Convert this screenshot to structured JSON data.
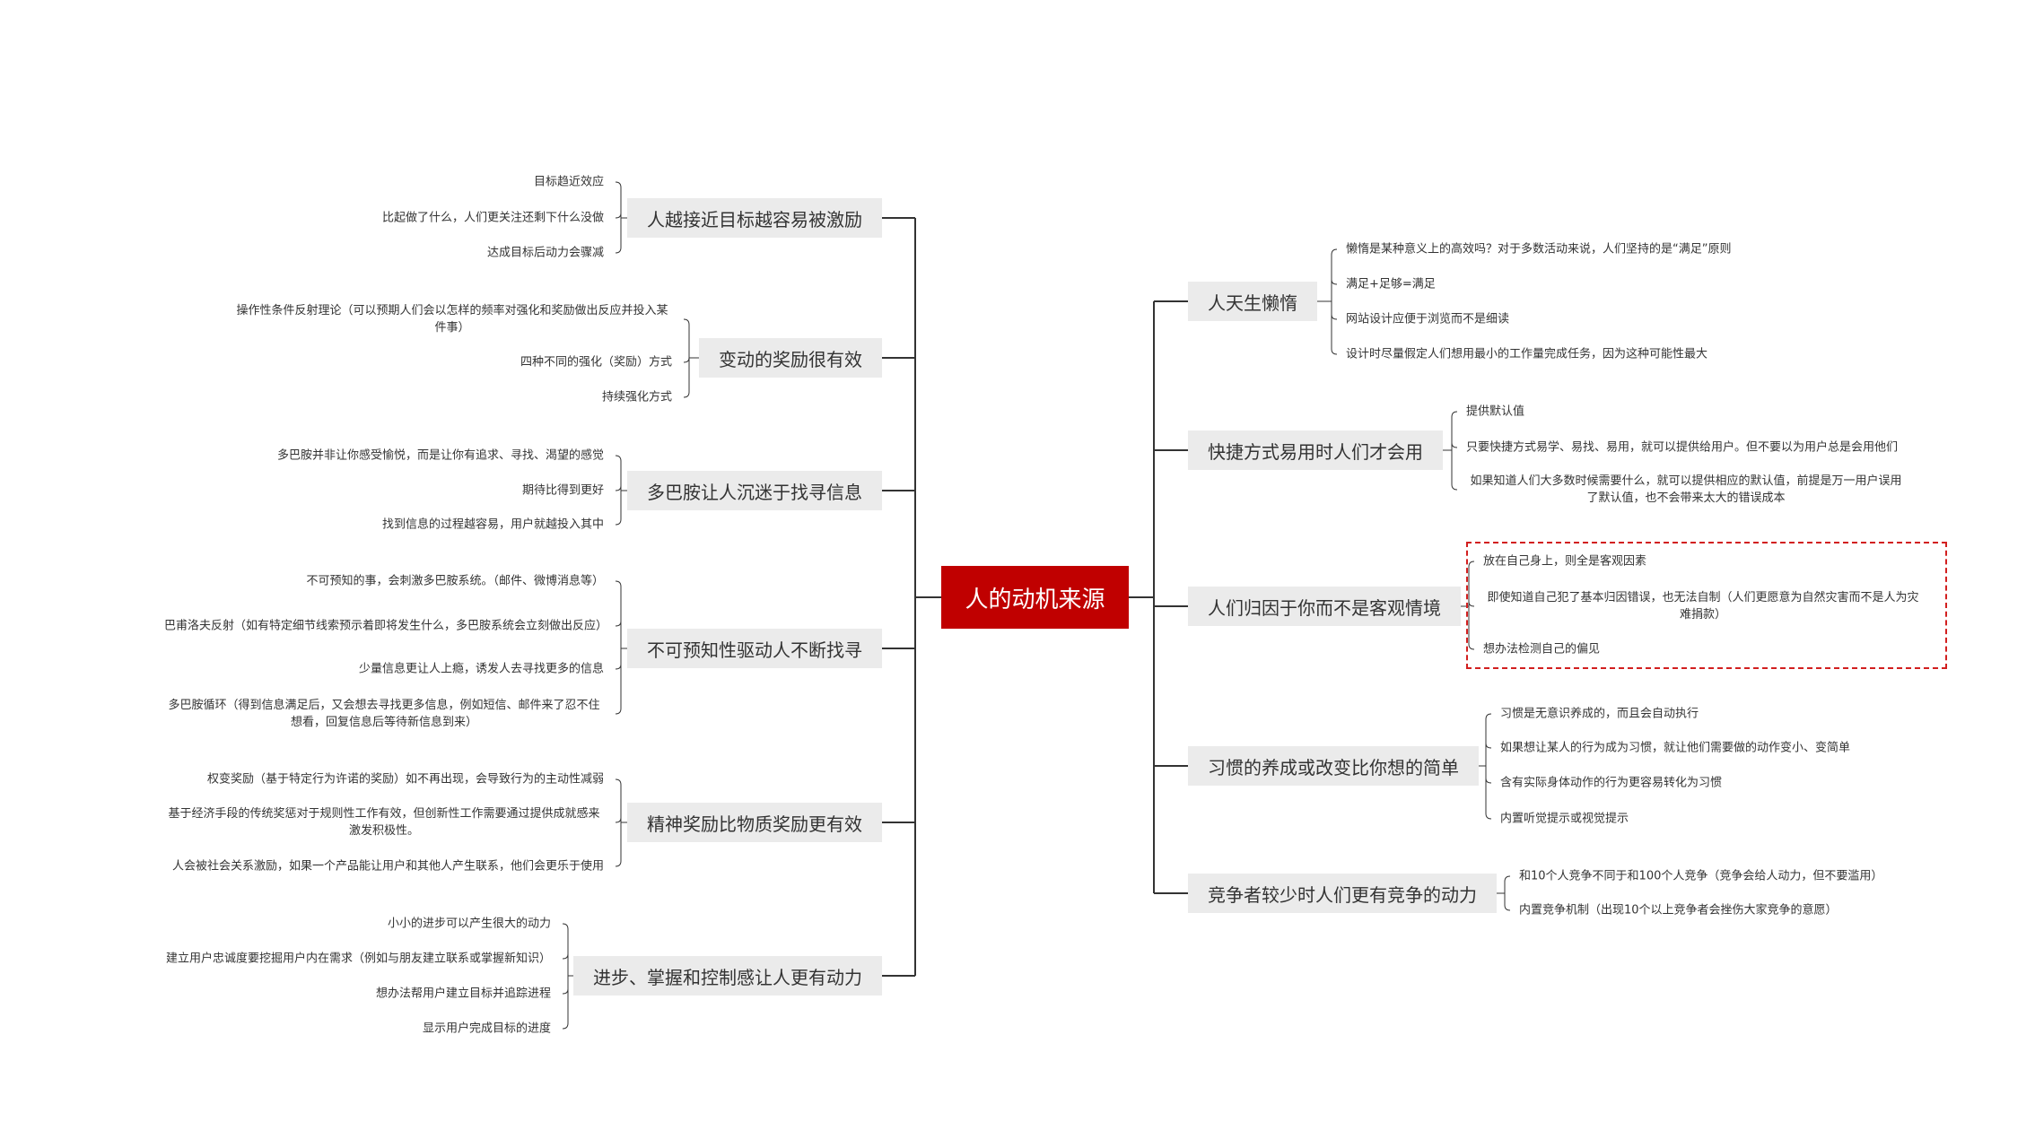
{
  "center": {
    "label": "人的动机来源",
    "color": "#c00000"
  },
  "left": [
    {
      "label": "人越接近目标越容易被激励",
      "children": [
        "目标趋近效应",
        "比起做了什么，人们更关注还剩下什么没做",
        "达成目标后动力会骤减"
      ]
    },
    {
      "label": "变动的奖励很有效",
      "children": [
        "操作性条件反射理论（可以预期人们会以怎样的频率对强化和奖励做出反应并投入某件事）",
        "四种不同的强化（奖励）方式",
        "持续强化方式"
      ]
    },
    {
      "label": "多巴胺让人沉迷于找寻信息",
      "children": [
        "多巴胺并非让你感受愉悦，而是让你有追求、寻找、渴望的感觉",
        "期待比得到更好",
        "找到信息的过程越容易，用户就越投入其中"
      ]
    },
    {
      "label": "不可预知性驱动人不断找寻",
      "children": [
        "不可预知的事，会刺激多巴胺系统。（邮件、微博消息等）",
        "巴甫洛夫反射（如有特定细节线索预示着即将发生什么，多巴胺系统会立刻做出反应）",
        "少量信息更让人上瘾，诱发人去寻找更多的信息",
        "多巴胺循环（得到信息满足后，又会想去寻找更多信息，例如短信、邮件来了忍不住想看，回复信息后等待新信息到来）"
      ]
    },
    {
      "label": "精神奖励比物质奖励更有效",
      "children": [
        "权变奖励（基于特定行为许诺的奖励）如不再出现，会导致行为的主动性减弱",
        "基于经济手段的传统奖惩对于规则性工作有效，但创新性工作需要通过提供成就感来激发积极性。",
        "人会被社会关系激励，如果一个产品能让用户和其他人产生联系，他们会更乐于使用"
      ]
    },
    {
      "label": "进步、掌握和控制感让人更有动力",
      "children": [
        "小小的进步可以产生很大的动力",
        "建立用户忠诚度要挖掘用户内在需求（例如与朋友建立联系或掌握新知识）",
        "想办法帮用户建立目标并追踪进程",
        "显示用户完成目标的进度"
      ]
    }
  ],
  "right": [
    {
      "label": "人天生懒惰",
      "children": [
        "懒惰是某种意义上的高效吗？对于多数活动来说，人们坚持的是“满足”原则",
        "满足+足够=满足",
        "网站设计应便于浏览而不是细读",
        "设计时尽量假定人们想用最小的工作量完成任务，因为这种可能性最大"
      ]
    },
    {
      "label": "快捷方式易用时人们才会用",
      "children": [
        "提供默认值",
        "只要快捷方式易学、易找、易用，就可以提供给用户。但不要以为用户总是会用他们",
        "如果知道人们大多数时候需要什么，就可以提供相应的默认值，前提是万一用户误用了默认值，也不会带来太大的错误成本"
      ]
    },
    {
      "label": "人们归因于你而不是客观情境",
      "children": [
        "放在自己身上，则全是客观因素",
        "即使知道自己犯了基本归因错误，也无法自制（人们更愿意为自然灾害而不是人为灾难捐款）",
        "想办法检测自己的偏见"
      ],
      "highlight_color": "#d21f1f"
    },
    {
      "label": "习惯的养成或改变比你想的简单",
      "children": [
        "习惯是无意识养成的，而且会自动执行",
        "如果想让某人的行为成为习惯，就让他们需要做的动作变小、变简单",
        "含有实际身体动作的行为更容易转化为习惯",
        "内置听觉提示或视觉提示"
      ]
    },
    {
      "label": "竞争者较少时人们更有竞争的动力",
      "children": [
        "和10个人竞争不同于和100个人竞争（竞争会给人动力，但不要滥用）",
        "内置竞争机制（出现10个以上竞争者会挫伤大家竞争的意愿）"
      ]
    }
  ]
}
